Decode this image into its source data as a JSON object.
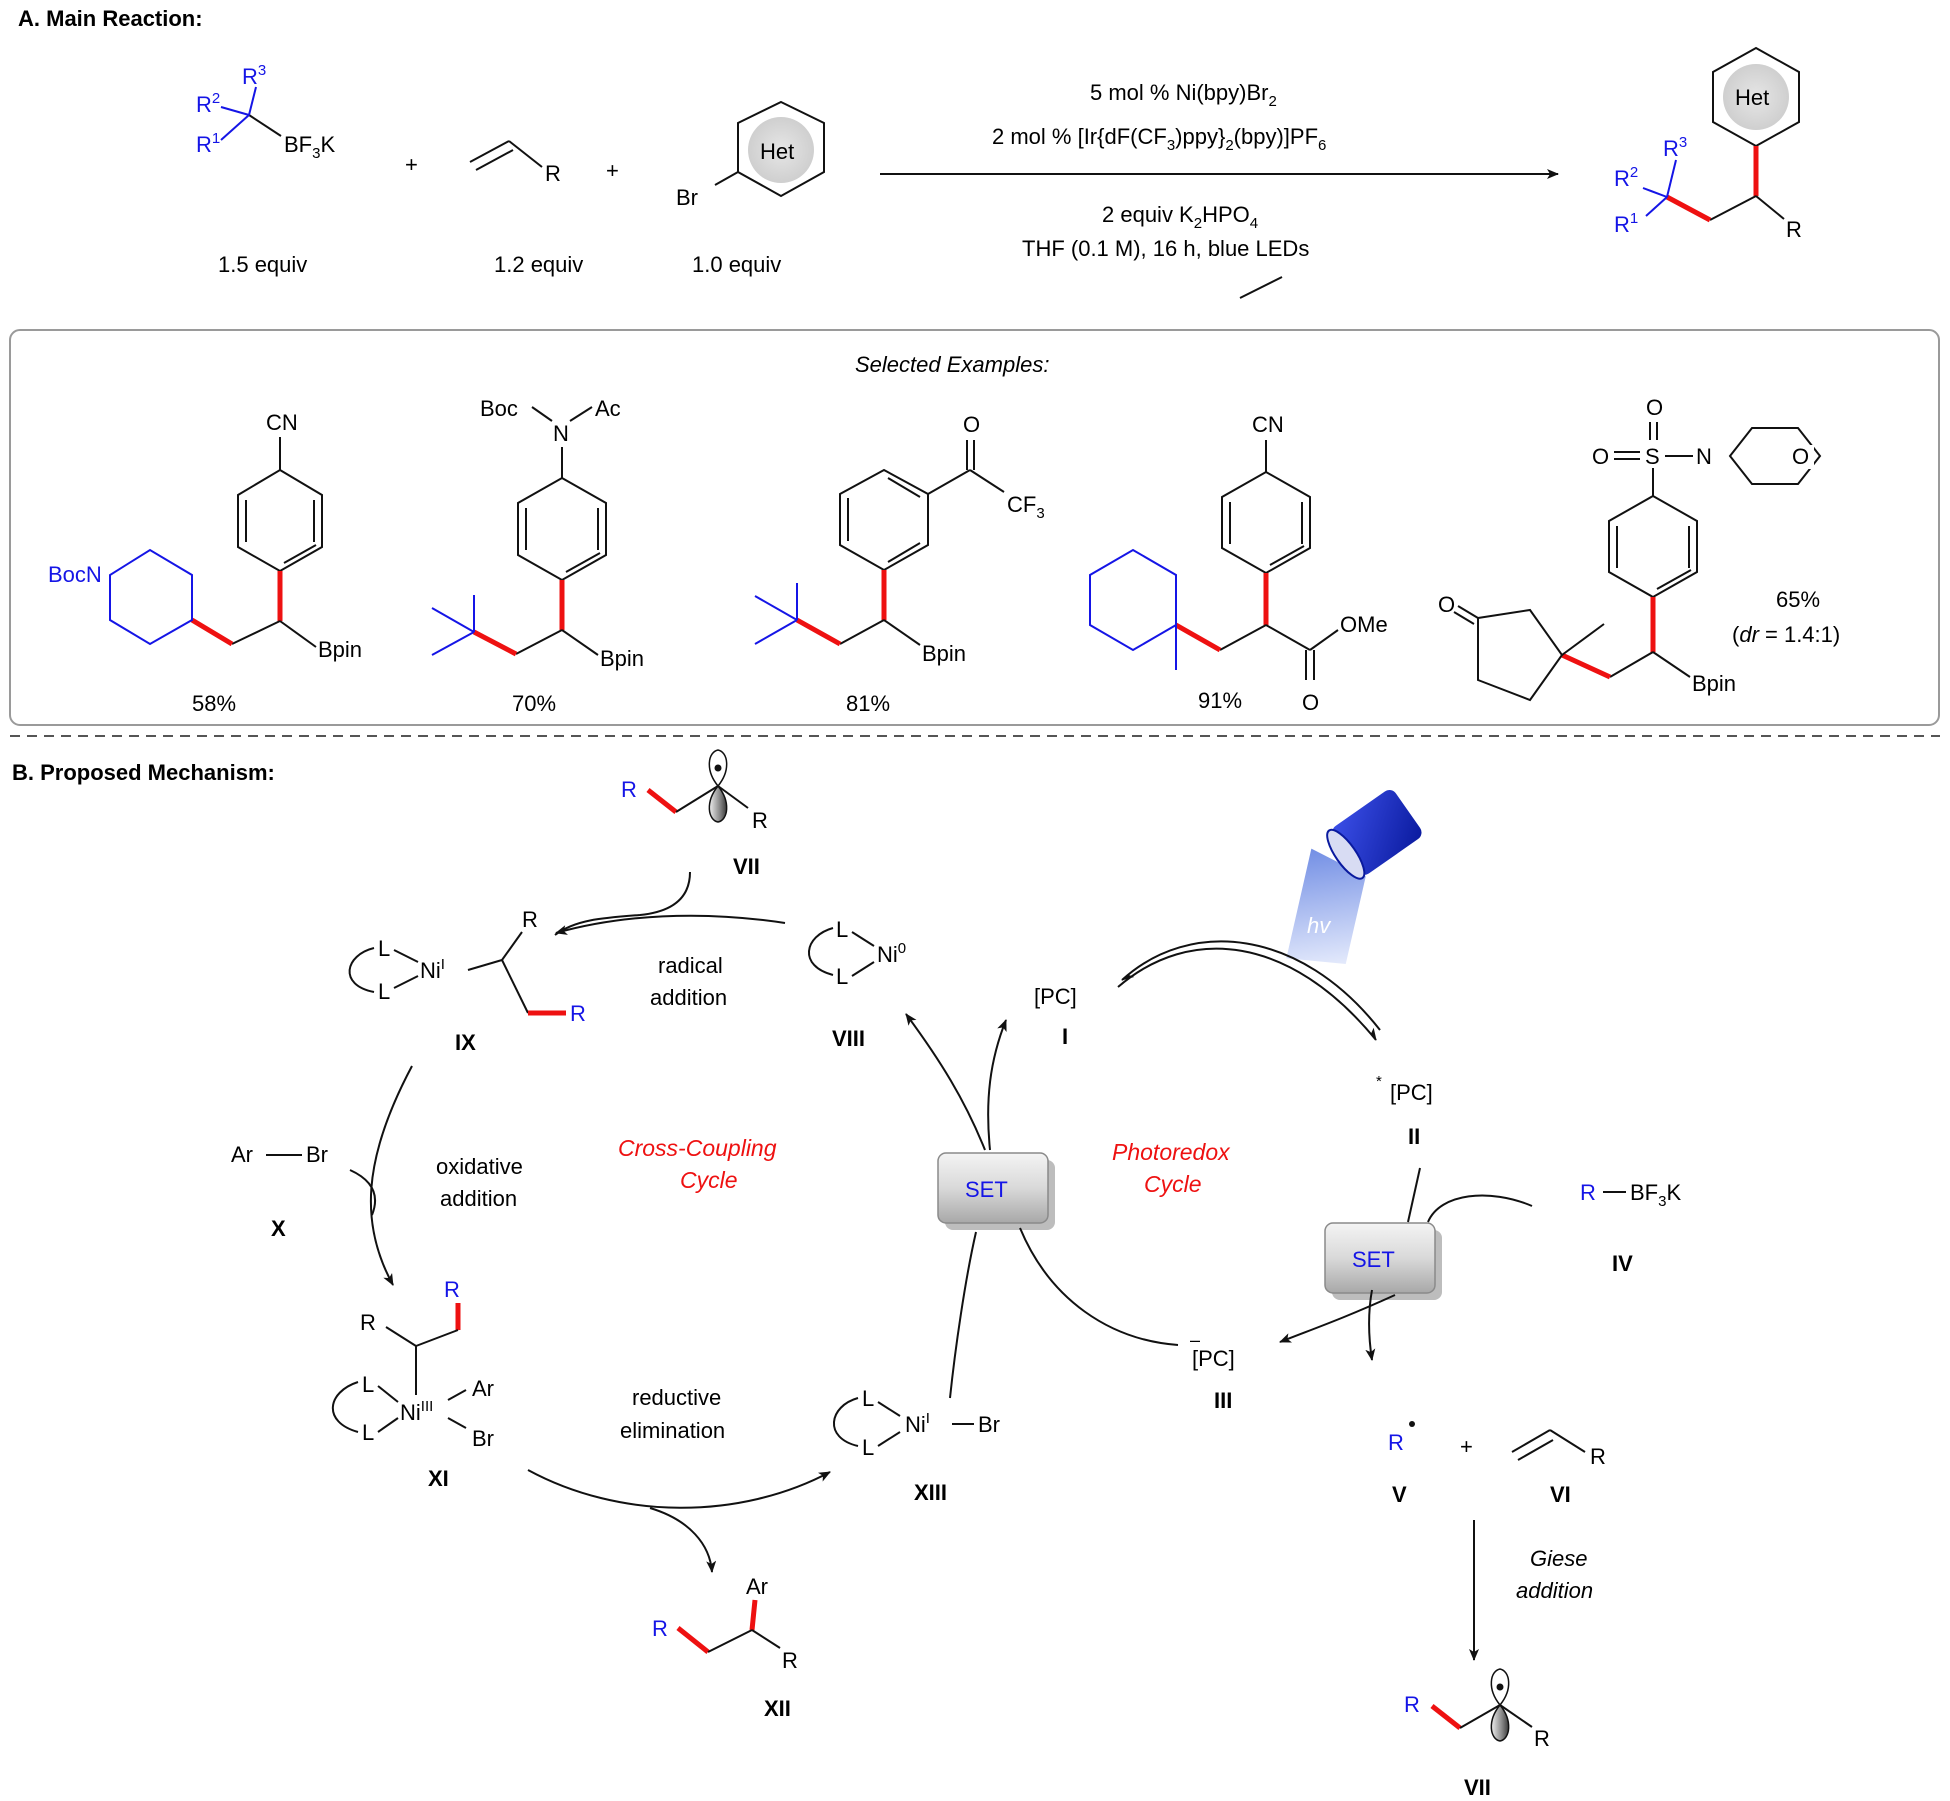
{
  "colors": {
    "blue": "#1515e6",
    "red": "#ee1111",
    "grey": "#d9d9d9",
    "black": "#111111"
  },
  "sectionA": {
    "title": "A. Main Reaction:",
    "reagent1": {
      "r1": "R",
      "r1sup": "1",
      "r2": "R",
      "r2sup": "2",
      "r3": "R",
      "r3sup": "3",
      "group": "BF",
      "group_sub": "3",
      "group_end": "K",
      "equiv": "1.5 equiv"
    },
    "plus": "+",
    "reagent2": {
      "r": "R",
      "equiv": "1.2 equiv"
    },
    "reagent3": {
      "br": "Br",
      "het": "Het",
      "equiv": "1.0 equiv"
    },
    "conditions": {
      "line1": "5 mol % Ni(bpy)Br",
      "line1_sub": "2",
      "line2_a": "2 mol % [Ir{dF(CF",
      "line2_sub1": "3",
      "line2_b": ")ppy}",
      "line2_sub2": "2",
      "line2_c": "(bpy)]PF",
      "line2_sub3": "6",
      "line3_a": "2 equiv K",
      "line3_sub1": "2",
      "line3_b": "HPO",
      "line3_sub2": "4",
      "line4": "THF (0.1 M), 16 h, blue LEDs"
    },
    "product": {
      "het": "Het",
      "r": "R",
      "r1": "R",
      "r1sup": "1",
      "r2": "R",
      "r2sup": "2",
      "r3": "R",
      "r3sup": "3"
    }
  },
  "examples": {
    "title": "Selected Examples:",
    "items": [
      {
        "yield": "58%",
        "labels": {
          "top": "CN",
          "left": "BocN",
          "bpin": "Bpin"
        }
      },
      {
        "yield": "70%",
        "labels": {
          "boc": "Boc",
          "n": "N",
          "ac": "Ac",
          "bpin": "Bpin"
        }
      },
      {
        "yield": "81%",
        "labels": {
          "o": "O",
          "cf": "CF",
          "cf_sub": "3",
          "bpin": "Bpin"
        }
      },
      {
        "yield": "91%",
        "labels": {
          "top": "CN",
          "ome": "OMe",
          "o": "O"
        }
      },
      {
        "yield": "65%",
        "dr_prefix": "(",
        "dr_italic": "dr",
        "dr_rest": " = 1.4:1)",
        "labels": {
          "o1": "O",
          "s": "S",
          "o2": "O",
          "n": "N",
          "o_ring": "O",
          "ketone": "O",
          "bpin": "Bpin"
        }
      }
    ]
  },
  "sectionB": {
    "title": "B. Proposed Mechanism:",
    "r": "R",
    "ar": "Ar",
    "br": "Br",
    "l": "L",
    "ni": "Ni",
    "pc": "[PC]",
    "star": "*",
    "minus": "–",
    "bf3k_a": "BF",
    "bf3k_sub": "3",
    "bf3k_b": "K",
    "hv": "hv",
    "ox": {
      "i": "I",
      "zero": "0",
      "three": "III"
    },
    "labels": {
      "I": "I",
      "II": "II",
      "III": "III",
      "IV": "IV",
      "V": "V",
      "VI": "VI",
      "VII": "VII",
      "VIII": "VIII",
      "IX": "IX",
      "X": "X",
      "XI": "XI",
      "XII": "XII",
      "XIII": "XIII"
    },
    "steps": {
      "radical_addition_1": "radical",
      "radical_addition_2": "addition",
      "oxidative_addition_1": "oxidative",
      "oxidative_addition_2": "addition",
      "reductive_elimination_1": "reductive",
      "reductive_elimination_2": "elimination",
      "giese_1": "Giese",
      "giese_2": "addition"
    },
    "cycles": {
      "cross_coupling_1": "Cross-Coupling",
      "cross_coupling_2": "Cycle",
      "photoredox_1": "Photoredox",
      "photoredox_2": "Cycle"
    },
    "set": "SET"
  }
}
